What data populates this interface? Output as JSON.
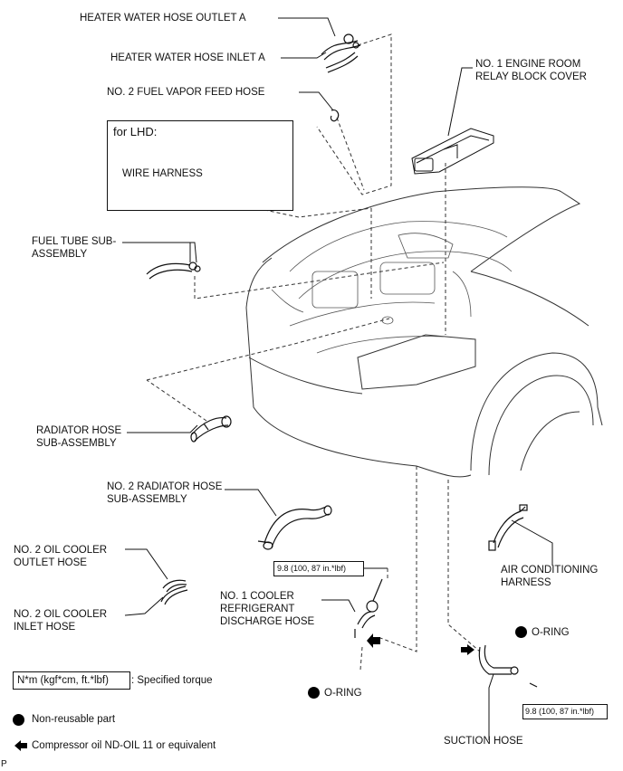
{
  "labels": {
    "heater_outlet": "HEATER WATER HOSE OUTLET A",
    "heater_inlet": "HEATER WATER HOSE INLET A",
    "fuel_vapor": "NO. 2 FUEL VAPOR FEED HOSE",
    "relay_cover_1": "NO. 1 ENGINE ROOM",
    "relay_cover_2": "RELAY BLOCK COVER",
    "for_lhd": "for LHD:",
    "wire_harness": "WIRE HARNESS",
    "fuel_tube_1": "FUEL TUBE SUB-",
    "fuel_tube_2": "ASSEMBLY",
    "radiator_hose_1": "RADIATOR HOSE",
    "radiator_hose_2": "SUB-ASSEMBLY",
    "no2_radiator_1": "NO. 2 RADIATOR HOSE",
    "no2_radiator_2": "SUB-ASSEMBLY",
    "oil_outlet_1": "NO. 2 OIL COOLER",
    "oil_outlet_2": "OUTLET HOSE",
    "oil_inlet_1": "NO. 2 OIL COOLER",
    "oil_inlet_2": "INLET HOSE",
    "cooler_disch_1": "NO. 1 COOLER",
    "cooler_disch_2": "REFRIGERANT",
    "cooler_disch_3": "DISCHARGE HOSE",
    "ac_harness_1": "AIR CONDITIONING",
    "ac_harness_2": "HARNESS",
    "oring_left": "O-RING",
    "oring_right": "O-RING",
    "suction_hose": "SUCTION HOSE",
    "torque_left": "9.8 (100, 87 in.*lbf)",
    "torque_right": "9.8 (100, 87 in.*lbf)",
    "figure_id": "P"
  },
  "legend": {
    "torque_box": "N*m (kgf*cm, ft.*lbf)",
    "torque_desc": ": Specified torque",
    "non_reusable": "Non-reusable part",
    "compressor_oil": "Compressor oil ND-OIL 11 or equivalent"
  }
}
